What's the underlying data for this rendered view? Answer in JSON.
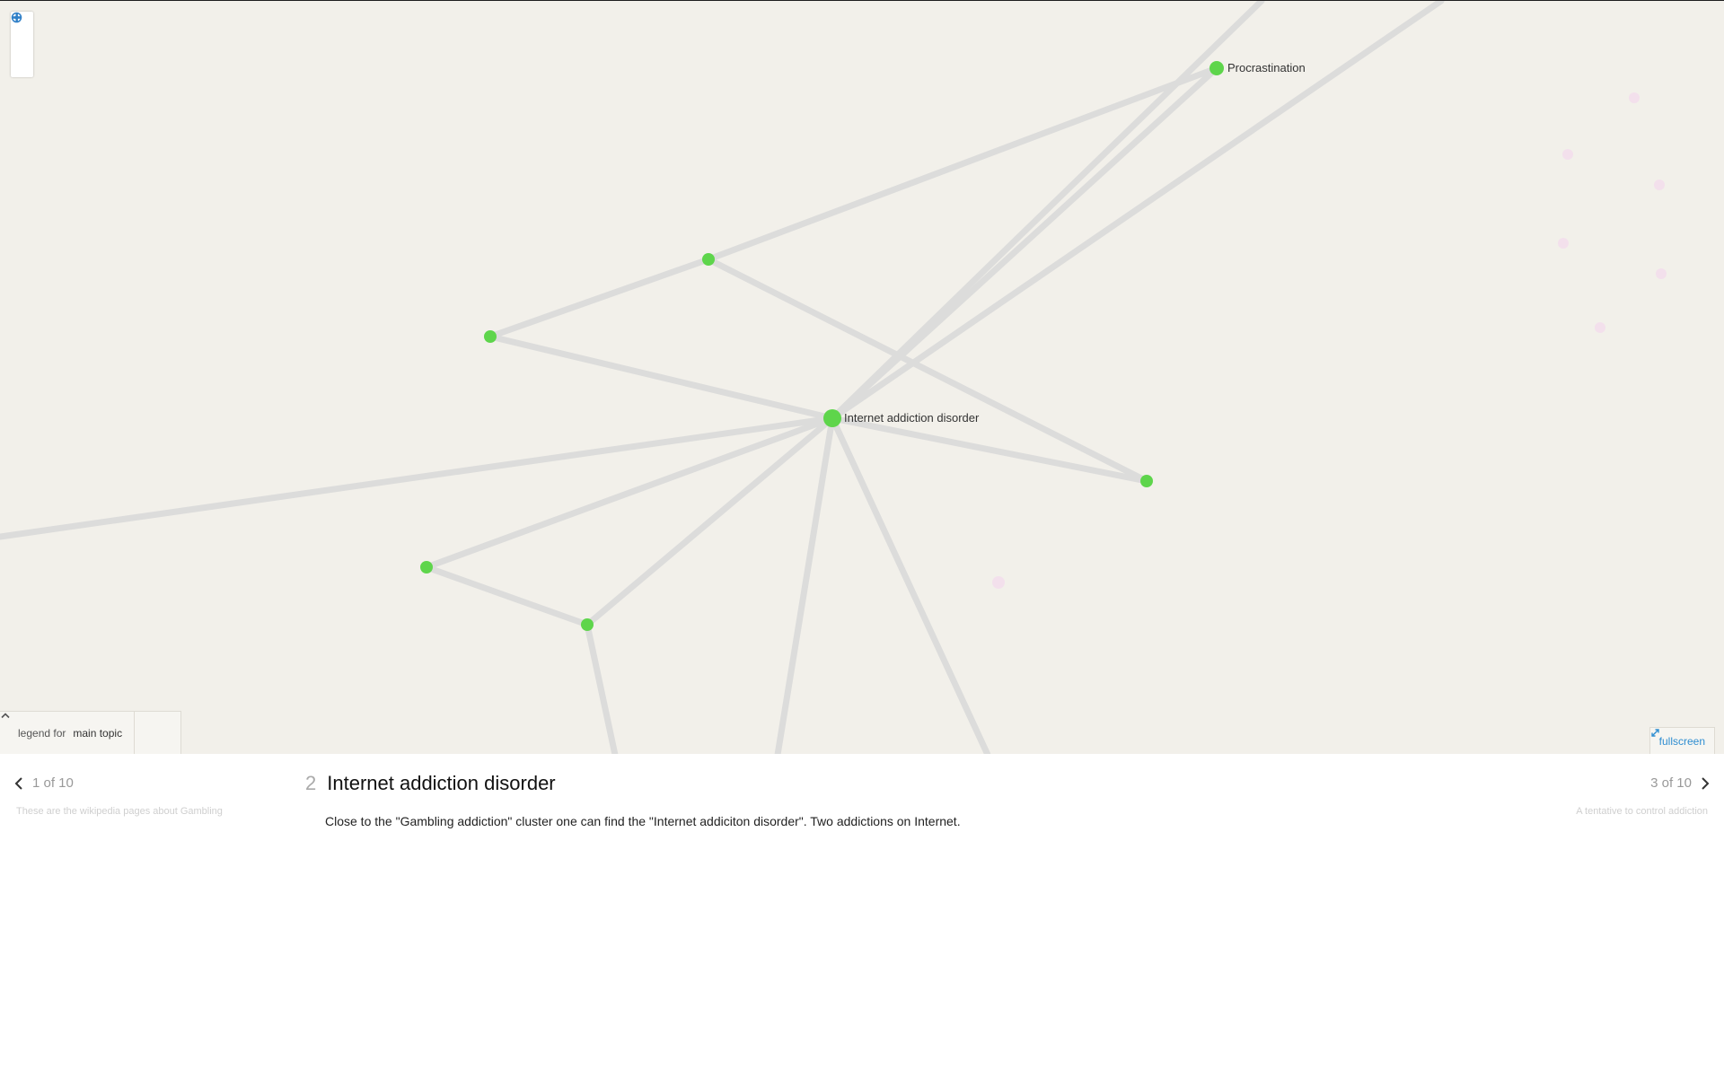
{
  "graph": {
    "labels": {
      "procrastination": "Procrastination",
      "internet_addiction": "Internet addiction disorder"
    },
    "legend": {
      "prefix": "legend for",
      "value": "main topic"
    },
    "fullscreen_label": "fullscreen",
    "colors": {
      "node": "#5ed54b",
      "edge": "#dcdcdb",
      "background": "#f2f0ea",
      "accent": "#2f8ed1"
    }
  },
  "story": {
    "prev": {
      "count": "1 of 10",
      "description": "These are the wikipedia pages about Gambling"
    },
    "current": {
      "number": "2",
      "title": "Internet addiction disorder",
      "text": "Close to the \"Gambling addiction\" cluster one can find the \"Internet addiciton disorder\". Two addictions on Internet."
    },
    "next": {
      "count": "3 of 10",
      "description": "A tentative to control addiction"
    }
  },
  "icons": [
    "locate-icon",
    "plus-icon",
    "minus-icon",
    "chevron-up-icon",
    "expand-icon",
    "chevron-left-icon",
    "chevron-right-icon"
  ]
}
